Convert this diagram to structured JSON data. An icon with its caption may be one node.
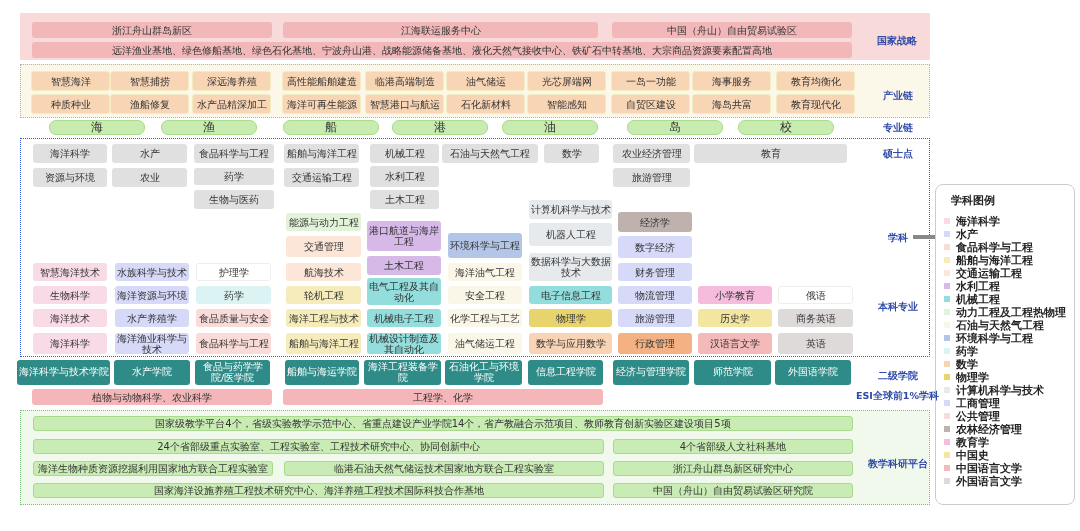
{
  "diagram": {
    "nodes": [
      {
        "text": [
          "国家战略"
        ]
      },
      {
        "text": [
          "浙江舟山群岛新区"
        ],
        "in": 0
      },
      {
        "text": [
          "江海联运服务中心"
        ],
        "in": 0
      },
      {
        "text": [
          "中国（舟山）自由贸易试验区"
        ],
        "in": 0
      },
      {
        "text": [
          "远洋渔业基地、绿色修船基地、绿色石化基地、宁波舟山港、战略能源储备基地、液化天然气接收中心、铁矿石中转基地、大宗商品资源要素配置高地"
        ],
        "in": 0
      },
      {
        "text": [
          "产业链"
        ]
      },
      {
        "text": [
          "智慧海洋"
        ],
        "in": 5
      },
      {
        "text": [
          "智慧捕捞"
        ],
        "in": 5
      },
      {
        "text": [
          "深远海养殖"
        ],
        "in": 5
      },
      {
        "text": [
          "高性能船舶建造"
        ],
        "in": 5
      },
      {
        "text": [
          "临港高端制造"
        ],
        "in": 5
      },
      {
        "text": [
          "油气储运"
        ],
        "in": 5
      },
      {
        "text": [
          "光芯屏端网"
        ],
        "in": 5
      },
      {
        "text": [
          "一岛一功能"
        ],
        "in": 5
      },
      {
        "text": [
          "海事服务"
        ],
        "in": 5
      },
      {
        "text": [
          "教育均衡化"
        ],
        "in": 5
      },
      {
        "text": [
          "种质种业"
        ],
        "in": 5
      },
      {
        "text": [
          "渔船修复"
        ],
        "in": 5
      },
      {
        "text": [
          "水产品精深加工"
        ],
        "in": 5
      },
      {
        "text": [
          "海洋可再生能源"
        ],
        "in": 5
      },
      {
        "text": [
          "智慧港口与航运"
        ],
        "in": 5
      },
      {
        "text": [
          "石化新材料"
        ],
        "in": 5
      },
      {
        "text": [
          "智能感知"
        ],
        "in": 5
      },
      {
        "text": [
          "自贸区建设"
        ],
        "in": 5
      },
      {
        "text": [
          "海岛共富"
        ],
        "in": 5
      },
      {
        "text": [
          "教育现代化"
        ],
        "in": 5
      },
      {
        "text": [
          "海"
        ]
      },
      {
        "text": [
          "渔"
        ]
      },
      {
        "text": [
          "船"
        ]
      },
      {
        "text": [
          "港"
        ]
      },
      {
        "text": [
          "油"
        ]
      },
      {
        "text": [
          "岛"
        ]
      },
      {
        "text": [
          "校"
        ]
      },
      {
        "text": [
          "硕士点",
          "学科",
          "本科专业"
        ]
      },
      {
        "text": [
          "海洋科学"
        ],
        "in": 33
      },
      {
        "text": [
          "水产"
        ],
        "in": 33
      },
      {
        "text": [
          "食品科学与工程"
        ],
        "in": 33
      },
      {
        "text": [
          "船舶与海洋工程"
        ],
        "in": 33
      },
      {
        "text": [
          "机械工程"
        ],
        "in": 33
      },
      {
        "text": [
          "石油与天然气工程"
        ],
        "in": 33
      },
      {
        "text": [
          "数学"
        ],
        "in": 33
      },
      {
        "text": [
          "农业经济管理"
        ],
        "in": 33
      },
      {
        "text": [
          "教育"
        ],
        "in": 33
      },
      {
        "text": [
          "资源与环境"
        ],
        "in": 33
      },
      {
        "text": [
          "农业"
        ],
        "in": 33
      },
      {
        "text": [
          "药学"
        ],
        "in": 33
      },
      {
        "text": [
          "交通运输工程"
        ],
        "in": 33
      },
      {
        "text": [
          "水利工程"
        ],
        "in": 33
      },
      {
        "text": [
          "旅游管理"
        ],
        "in": 33
      },
      {
        "text": [
          "生物与医药"
        ],
        "in": 33
      },
      {
        "text": [
          "土木工程"
        ],
        "in": 33
      },
      {
        "text": [
          "智慧海洋技术"
        ],
        "in": 33
      },
      {
        "text": [
          "生物科学"
        ],
        "in": 33
      },
      {
        "text": [
          "海洋技术"
        ],
        "in": 33
      },
      {
        "text": [
          "海洋科学"
        ],
        "in": 33
      },
      {
        "text": [
          "水族科学与技术"
        ],
        "in": 33
      },
      {
        "text": [
          "海洋资源与环境"
        ],
        "in": 33
      },
      {
        "text": [
          "水产养殖学"
        ],
        "in": 33
      },
      {
        "text": [
          "海洋渔业科学与技术"
        ],
        "in": 33
      },
      {
        "text": [
          "护理学"
        ],
        "in": 33
      },
      {
        "text": [
          "药学"
        ],
        "in": 33
      },
      {
        "text": [
          "食品质量与安全"
        ],
        "in": 33
      },
      {
        "text": [
          "食品科学与工程"
        ],
        "in": 33
      },
      {
        "text": [
          "能源与动力工程"
        ],
        "in": 33
      },
      {
        "text": [
          "交通管理"
        ],
        "in": 33
      },
      {
        "text": [
          "航海技术"
        ],
        "in": 33
      },
      {
        "text": [
          "轮机工程"
        ],
        "in": 33
      },
      {
        "text": [
          "海洋工程与技术"
        ],
        "in": 33
      },
      {
        "text": [
          "船舶与海洋工程"
        ],
        "in": 33
      },
      {
        "text": [
          "港口航道与海岸工程"
        ],
        "in": 33
      },
      {
        "text": [
          "土木工程"
        ],
        "in": 33
      },
      {
        "text": [
          "电气工程及其自动化"
        ],
        "in": 33
      },
      {
        "text": [
          "机械电子工程"
        ],
        "in": 33
      },
      {
        "text": [
          "机械设计制造及其自动化"
        ],
        "in": 33
      },
      {
        "text": [
          "环境科学与工程"
        ],
        "in": 33
      },
      {
        "text": [
          "海洋油气工程"
        ],
        "in": 33
      },
      {
        "text": [
          "安全工程"
        ],
        "in": 33
      },
      {
        "text": [
          "化学工程与工艺"
        ],
        "in": 33
      },
      {
        "text": [
          "油气储运工程"
        ],
        "in": 33
      },
      {
        "text": [
          "计算机科学与技术"
        ],
        "in": 33
      },
      {
        "text": [
          "机器人工程"
        ],
        "in": 33
      },
      {
        "text": [
          "数据科学与大数据技术"
        ],
        "in": 33
      },
      {
        "text": [
          "电子信息工程"
        ],
        "in": 33
      },
      {
        "text": [
          "物理学"
        ],
        "in": 33
      },
      {
        "text": [
          "数学与应用数学"
        ],
        "in": 33
      },
      {
        "text": [
          "经济学"
        ],
        "in": 33
      },
      {
        "text": [
          "数字经济"
        ],
        "in": 33
      },
      {
        "text": [
          "财务管理"
        ],
        "in": 33
      },
      {
        "text": [
          "物流管理"
        ],
        "in": 33
      },
      {
        "text": [
          "旅游管理"
        ],
        "in": 33
      },
      {
        "text": [
          "行政管理"
        ],
        "in": 33
      },
      {
        "text": [
          "小学教育"
        ],
        "in": 33
      },
      {
        "text": [
          "历史学"
        ],
        "in": 33
      },
      {
        "text": [
          "汉语言文学"
        ],
        "in": 33
      },
      {
        "text": [
          "俄语"
        ],
        "in": 33
      },
      {
        "text": [
          "商务英语"
        ],
        "in": 33
      },
      {
        "text": [
          "英语"
        ],
        "in": 33
      },
      {
        "text": [
          "海洋科学与技术学院"
        ]
      },
      {
        "text": [
          "水产学院"
        ]
      },
      {
        "text": [
          "食品与药学学院/医学院"
        ]
      },
      {
        "text": [
          "船舶与海运学院"
        ]
      },
      {
        "text": [
          "海洋工程装备学院"
        ]
      },
      {
        "text": [
          "石油化工与环境学院"
        ]
      },
      {
        "text": [
          "信息工程学院"
        ]
      },
      {
        "text": [
          "经济与管理学院"
        ]
      },
      {
        "text": [
          "师范学院"
        ]
      },
      {
        "text": [
          "外国语学院"
        ]
      },
      {
        "text": [
          "植物与动物科学、农业科学"
        ]
      },
      {
        "text": [
          "工程学、化学"
        ]
      },
      {
        "text": [
          "教学科研平台"
        ]
      },
      {
        "text": [
          "国家级教学平台4个，省级实验教学示范中心、省重点建设产业学院14个，省产教融合示范项目、教师教育创新实验区建设项目5项"
        ],
        "in": 109
      },
      {
        "text": [
          "24个省部级重点实验室、工程实验室、工程技术研究中心、协同创新中心"
        ],
        "in": 109
      },
      {
        "text": [
          "4个省部级人文社科基地"
        ],
        "in": 109
      },
      {
        "text": [
          "海洋生物种质资源挖掘利用国家地方联合工程实验室"
        ],
        "in": 109
      },
      {
        "text": [
          "临港石油天然气储运技术国家地方联合工程实验室"
        ],
        "in": 109
      },
      {
        "text": [
          "浙江舟山群岛新区研究中心"
        ],
        "in": 109
      },
      {
        "text": [
          "国家海洋设施养殖工程技术研究中心、海洋养殖工程技术国际科技合作基地"
        ],
        "in": 109
      },
      {
        "text": [
          "中国（舟山）自由贸易试验区研究院"
        ],
        "in": 109
      },
      {
        "text": [
          "学科图例"
        ]
      }
    ],
    "edges": [
      {
        "from": 33,
        "to": 118,
        "arrow": "none"
      }
    ],
    "labels": [
      "专业链",
      "二级学院",
      "ESI全球前1%学科"
    ],
    "legend": [
      {
        "text": "海洋科学",
        "color": "#f9dbe8"
      },
      {
        "text": "水产",
        "color": "#d6d9f7"
      },
      {
        "text": "食品科学与工程",
        "color": "#f9dcd9"
      },
      {
        "text": "船舶与海洋工程",
        "color": "#f5ebbb"
      },
      {
        "text": "交通运输工程",
        "color": "#fbe6d8"
      },
      {
        "text": "水利工程",
        "color": "#d7b9e8"
      },
      {
        "text": "机械工程",
        "color": "#93dedd"
      },
      {
        "text": "动力工程及工程热物理",
        "color": "#e3f3da"
      },
      {
        "text": "石油与天然气工程",
        "color": "#fbf7e8"
      },
      {
        "text": "环境科学与工程",
        "color": "#b4c6e7"
      },
      {
        "text": "药学",
        "color": "#dcf3f3"
      },
      {
        "text": "数学",
        "color": "#f8d3b4"
      },
      {
        "text": "物理学",
        "color": "#e8d46c"
      },
      {
        "text": "计算机科学与技术",
        "color": "#e7eaed"
      },
      {
        "text": "工商管理",
        "color": "#d6d9f7"
      },
      {
        "text": "公共管理",
        "color": "#f9dcd9"
      },
      {
        "text": "农林经济管理",
        "color": "#bfb1ad"
      },
      {
        "text": "教育学",
        "color": "#f5bcdb"
      },
      {
        "text": "中国史",
        "color": "#f3e6a1"
      },
      {
        "text": "中国语言文学",
        "color": "#f4b9b9"
      },
      {
        "text": "外国语言文学",
        "color": "#dedad9"
      }
    ]
  }
}
